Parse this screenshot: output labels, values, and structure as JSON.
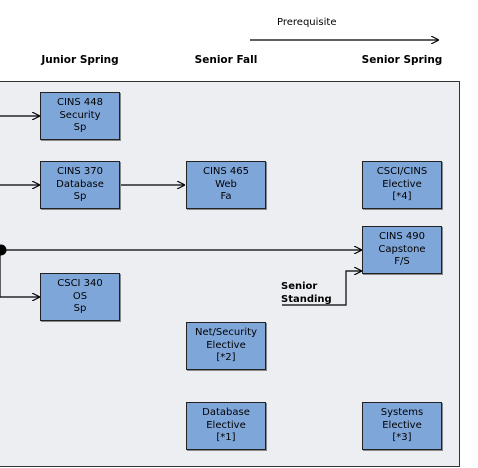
{
  "legend": {
    "label": "Prerequisite"
  },
  "columns": [
    "Junior Spring",
    "Senior Fall",
    "Senior Spring"
  ],
  "courses": {
    "cins448": {
      "line1": "CINS 448",
      "line2": "Security",
      "line3": "Sp"
    },
    "cins370": {
      "line1": "CINS 370",
      "line2": "Database",
      "line3": "Sp"
    },
    "csci340": {
      "line1": "CSCI 340",
      "line2": "OS",
      "line3": "Sp"
    },
    "cins465": {
      "line1": "CINS 465",
      "line2": "Web",
      "line3": "Fa"
    },
    "netsec": {
      "line1": "Net/Security",
      "line2": "Elective",
      "line3": "[*2]"
    },
    "dbelective": {
      "line1": "Database",
      "line2": "Elective",
      "line3": "[*1]"
    },
    "csciCins": {
      "line1": "CSCI/CINS",
      "line2": "Elective",
      "line3": "[*4]"
    },
    "cins490": {
      "line1": "CINS 490",
      "line2": "Capstone",
      "line3": "F/S"
    },
    "systems": {
      "line1": "Systems",
      "line2": "Elective",
      "line3": "[*3]"
    }
  },
  "senior_standing": {
    "line1": "Senior",
    "line2": "Standing"
  }
}
